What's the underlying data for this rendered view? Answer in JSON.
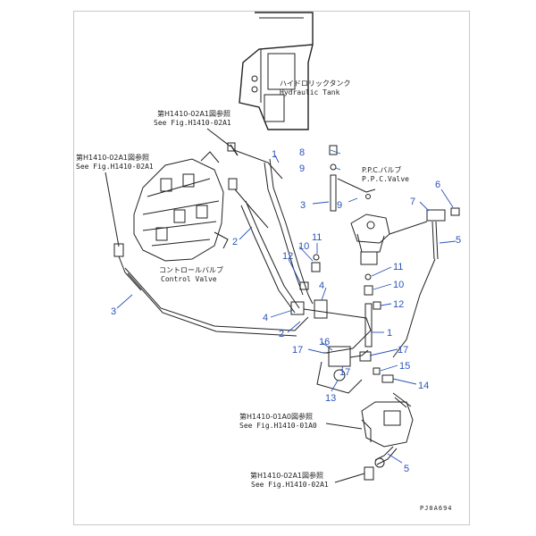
{
  "labels": {
    "tank_jp": "ハイドロリックタンク",
    "tank_en": "Hydraulic Tank",
    "ppc_jp": "P.P.C.バルブ",
    "ppc_en": "P.P.C.Valve",
    "cv_jp": "コントロールバルブ",
    "cv_en": "Control Valve",
    "ref1_jp": "第H1410-02A1図参照",
    "ref1_en": "See Fig.H1410-02A1",
    "ref2_jp": "第H1410-02A1図参照",
    "ref2_en": "See Fig.H1410-02A1",
    "ref3_jp": "第H1410-01A0図参照",
    "ref3_en": "See Fig.H1410-01A0",
    "ref4_jp": "第H1410-02A1図参照",
    "ref4_en": "See Fig.H1410-02A1",
    "drawing_code": "PJ0A694"
  },
  "callouts": {
    "c1a": "1",
    "c1b": "1",
    "c2a": "2",
    "c2b": "2",
    "c3a": "3",
    "c3b": "3",
    "c4a": "4",
    "c4b": "4",
    "c5a": "5",
    "c5b": "5",
    "c6": "6",
    "c7": "7",
    "c8": "8",
    "c9a": "9",
    "c9b": "9",
    "c10a": "10",
    "c10b": "10",
    "c11a": "11",
    "c11b": "11",
    "c12a": "12",
    "c12b": "12",
    "c13": "13",
    "c14": "14",
    "c15": "15",
    "c16": "16",
    "c17a": "17",
    "c17b": "17",
    "c17c": "17"
  },
  "colors": {
    "callout": "#2a54b8",
    "line": "#222222",
    "frame": "#c8c8c8"
  }
}
